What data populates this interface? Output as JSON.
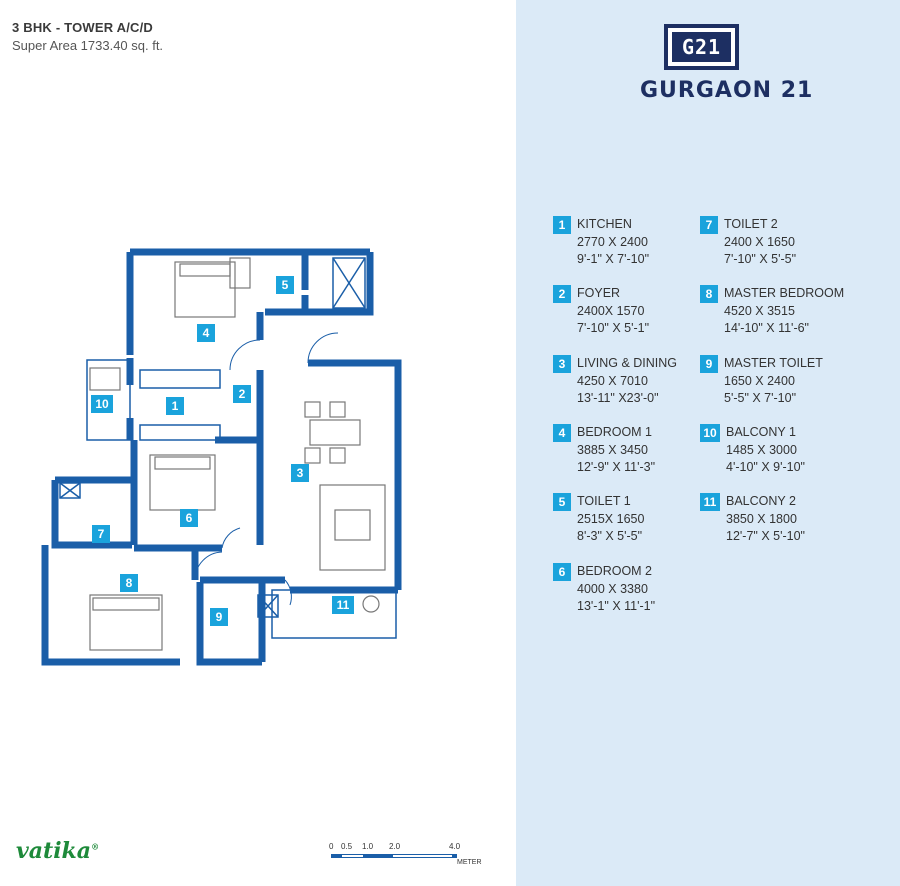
{
  "header": {
    "title": "3 BHK - TOWER A/C/D",
    "super_area": "Super Area 1733.40 sq. ft."
  },
  "logo": {
    "mark": "G21",
    "name": "GURGAON",
    "number": "21"
  },
  "brand": {
    "name": "vatika",
    "mark": "®"
  },
  "scale": {
    "labels": [
      "0",
      "0.5",
      "1.0",
      "2.0",
      "4.0"
    ],
    "unit": "METER"
  },
  "colors": {
    "wall": "#1a5ea8",
    "accent": "#1aa3dc",
    "panel": "#dbeaf7",
    "logo": "#1d2f62",
    "brand": "#1e8a3a"
  },
  "rooms": [
    {
      "num": "1",
      "name": "KITCHEN",
      "metric": "2770 X 2400",
      "imperial": "9'-1\" X 7'-10\""
    },
    {
      "num": "2",
      "name": "FOYER",
      "metric": "2400X 1570",
      "imperial": "7'-10\" X 5'-1\""
    },
    {
      "num": "3",
      "name": "LIVING & DINING",
      "metric": "4250 X 7010",
      "imperial": "13'-11\" X23'-0\""
    },
    {
      "num": "4",
      "name": "BEDROOM 1",
      "metric": "3885 X 3450",
      "imperial": "12'-9\" X 11'-3\""
    },
    {
      "num": "5",
      "name": "TOILET 1",
      "metric": "2515X 1650",
      "imperial": "8'-3\" X 5'-5\""
    },
    {
      "num": "6",
      "name": "BEDROOM 2",
      "metric": "4000 X 3380",
      "imperial": "13'-1\" X 11'-1\""
    },
    {
      "num": "7",
      "name": "TOILET 2",
      "metric": "2400 X 1650",
      "imperial": "7'-10\" X 5'-5\""
    },
    {
      "num": "8",
      "name": "MASTER BEDROOM",
      "metric": "4520 X 3515",
      "imperial": "14'-10\" X 11'-6\""
    },
    {
      "num": "9",
      "name": "MASTER TOILET",
      "metric": "1650 X 2400",
      "imperial": "5'-5\" X 7'-10\""
    },
    {
      "num": "10",
      "name": "BALCONY 1",
      "metric": "1485 X 3000",
      "imperial": "4'-10\" X 9'-10\""
    },
    {
      "num": "11",
      "name": "BALCONY 2",
      "metric": "3850 X 1800",
      "imperial": "12'-7\" X 5'-10\""
    }
  ]
}
